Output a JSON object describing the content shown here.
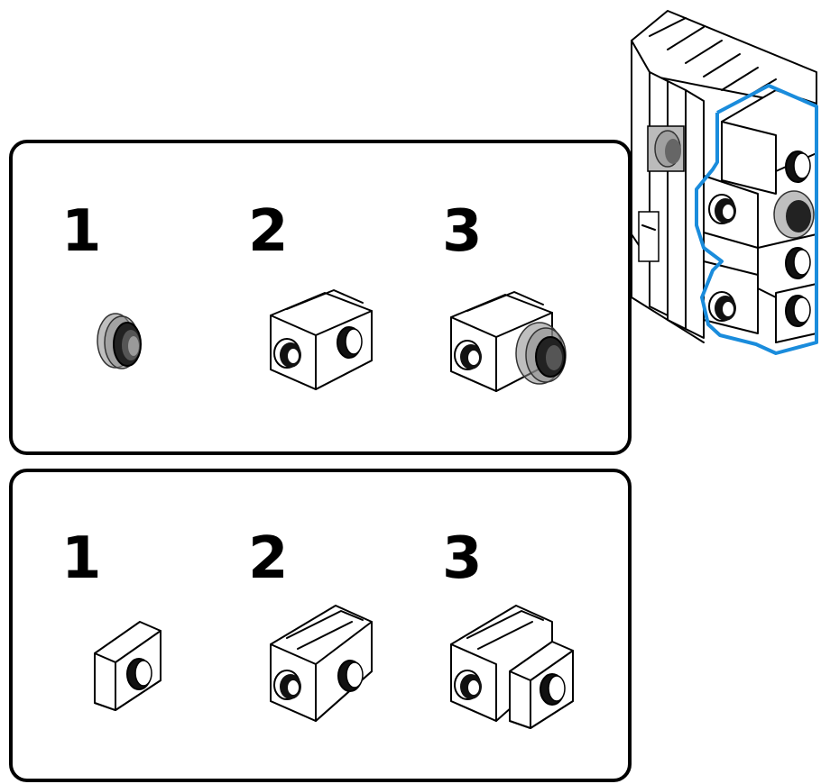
{
  "panels": [
    {
      "steps": [
        {
          "label": "1"
        },
        {
          "label": "2"
        },
        {
          "label": "3"
        }
      ]
    },
    {
      "steps": [
        {
          "label": "1"
        },
        {
          "label": "2"
        },
        {
          "label": "3"
        }
      ]
    }
  ],
  "colors": {
    "highlight": "#1a8cdc",
    "outline": "#000000",
    "transparent_part": "#8a8a8a"
  },
  "icons": [
    "transparent-round-plate-icon",
    "white-bracket-brick-icon",
    "white-1x1-brick-icon",
    "assembled-model-icon"
  ]
}
